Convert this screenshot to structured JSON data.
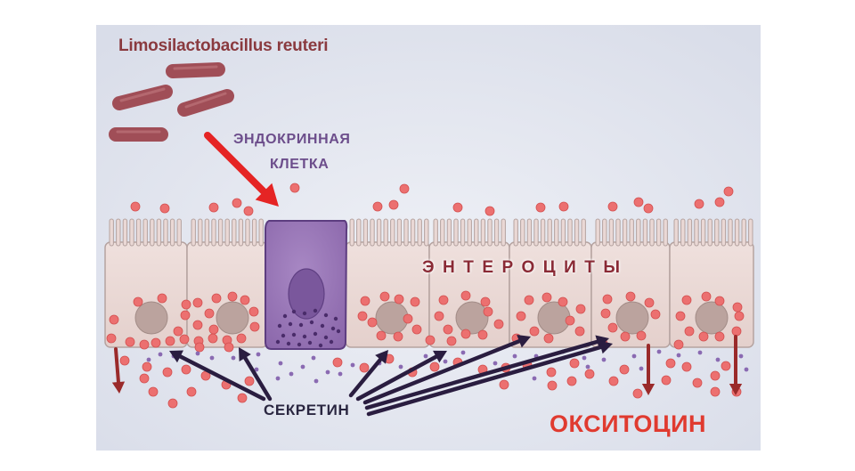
{
  "labels": {
    "bacteria": "Limosilactobacillus reuteri",
    "endocrine_line1": "ЭНДОКРИННАЯ",
    "endocrine_line2": "КЛЕТКА",
    "enterocytes": "ЭНТЕРОЦИТЫ",
    "secretin": "СЕКРЕТИН",
    "oxytocin": "ОКСИТОЦИН"
  },
  "colors": {
    "background": "#dfe3ee",
    "enterocyte_fill": "#ead8d5",
    "enterocyte_stroke": "#b5a3a0",
    "nucleus": "#bba39e",
    "endocrine_fill": "#9a78b8",
    "endocrine_stroke": "#5d3d80",
    "endocrine_nucleus": "#7a579c",
    "bacteria": "#a04e57",
    "red_granule": "#ec7070",
    "purple_granule": "#8a6ab2",
    "stimulus_arrow": "#e52424",
    "secretin_arrow": "#2a1d40",
    "oxytocin_arrow": "#9a2a2a"
  }
}
